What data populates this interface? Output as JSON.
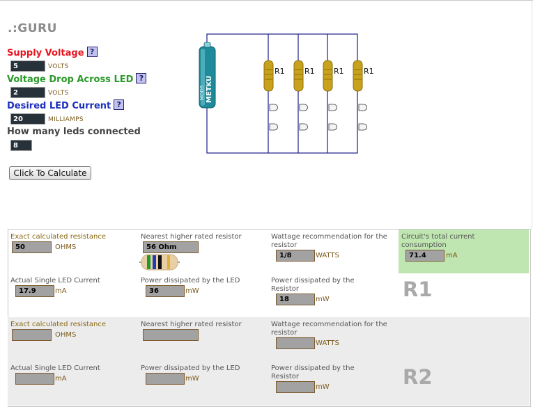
{
  "logo": ".:GURU",
  "inputs": {
    "supply_voltage": {
      "label": "Supply Voltage",
      "value": "5",
      "unit": "VOLTS",
      "color": "#e8141e"
    },
    "voltage_drop": {
      "label": "Voltage Drop Across LED",
      "value": "2",
      "unit": "VOLTS",
      "color": "#2a9a2a"
    },
    "led_current": {
      "label": "Desired LED Current",
      "value": "20",
      "unit": "MILLIAMPS",
      "color": "#1c2fbf"
    },
    "led_count": {
      "label": "How many leds connected",
      "value": "8",
      "color": "#444444"
    },
    "help_glyph": "?"
  },
  "calculate_button": "Click To Calculate",
  "diagram": {
    "resistor_label": "R1",
    "battery_text": "METKU",
    "battery_text2": "MODS"
  },
  "results": {
    "r1": {
      "label": "R1",
      "exact_resistance": {
        "label": "Exact calculated resistance",
        "value": "50",
        "unit": "OHMS"
      },
      "nearest_resistor": {
        "label": "Nearest higher rated resistor",
        "value": "56 Ohm"
      },
      "wattage": {
        "label": "Wattage recommendation for the resistor",
        "value": "1/8",
        "unit": "WATTS"
      },
      "total_current": {
        "label": "Circuit's total current consumption",
        "value": "71.4",
        "unit": "mA"
      },
      "led_current": {
        "label": "Actual Single LED Current",
        "value": "17.9",
        "unit": "mA"
      },
      "led_power": {
        "label": "Power dissipated by the LED",
        "value": "36",
        "unit": "mW"
      },
      "resistor_power": {
        "label": "Power dissipated by the Resistor",
        "value": "18",
        "unit": "mW"
      }
    },
    "r2": {
      "label": "R2",
      "exact_resistance": {
        "label": "Exact calculated resistance",
        "value": "",
        "unit": "OHMS"
      },
      "nearest_resistor": {
        "label": "Nearest higher rated resistor",
        "value": ""
      },
      "wattage": {
        "label": "Wattage recommendation for the resistor",
        "value": "",
        "unit": "WATTS"
      },
      "led_current": {
        "label": "Actual Single LED Current",
        "value": "",
        "unit": "mA"
      },
      "led_power": {
        "label": "Power dissipated by the LED",
        "value": "",
        "unit": "mW"
      },
      "resistor_power": {
        "label": "Power dissipated by the Resistor",
        "value": "",
        "unit": "mW"
      }
    }
  },
  "colors": {
    "resistor_body": "#c8a21c",
    "battery_body": "#1e8a9a",
    "wire": "#1a1a8c",
    "green_panel": "#bfe6b0"
  }
}
